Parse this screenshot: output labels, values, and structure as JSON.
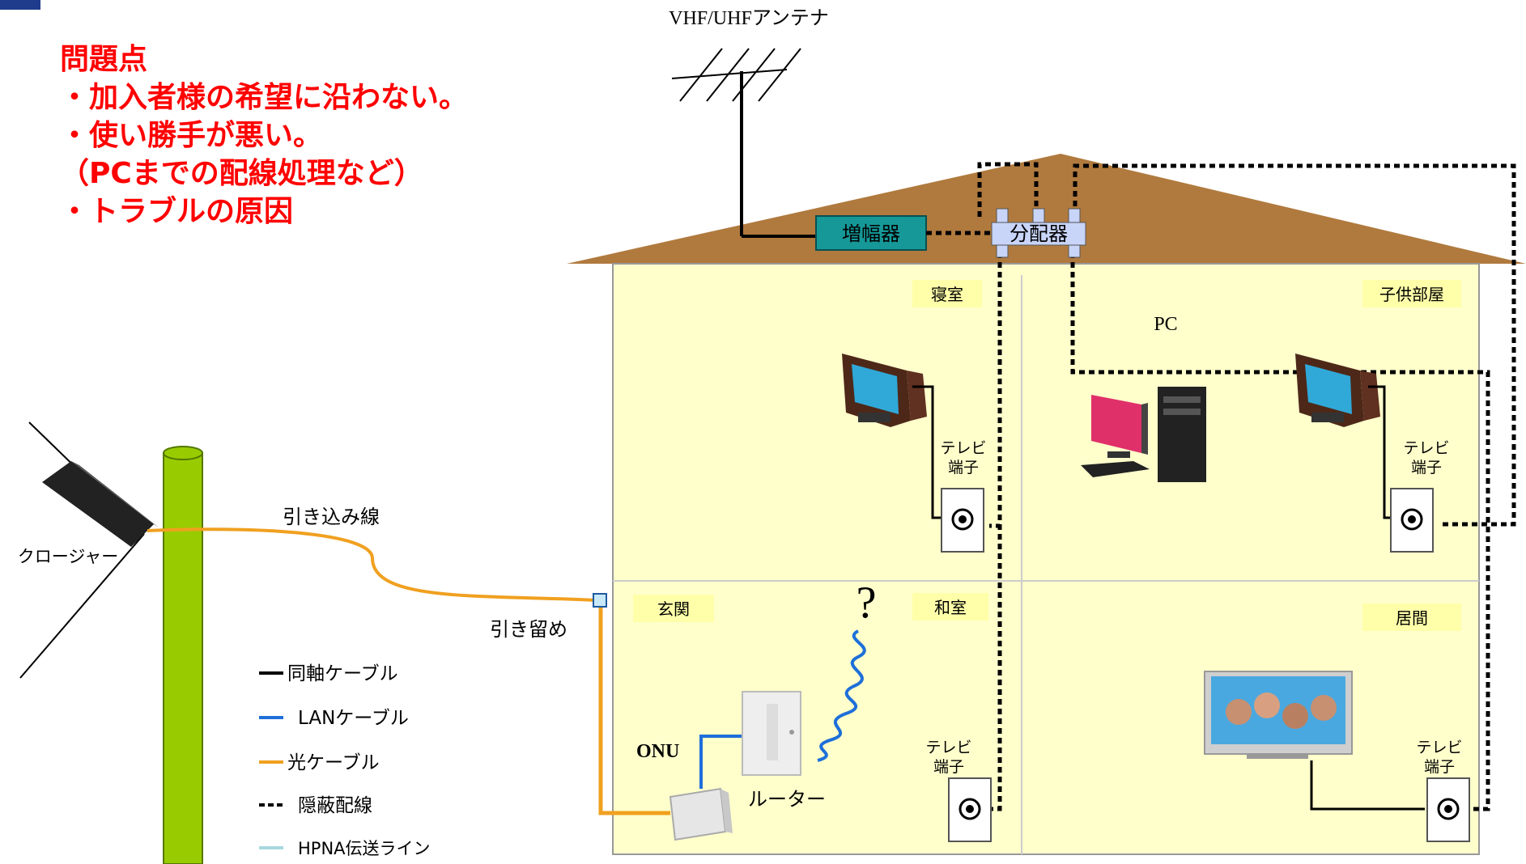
{
  "issues": {
    "heading": "問題点",
    "items": [
      "・加入者様の希望に沿わない。",
      "・使い勝手が悪い。",
      "（PCまでの配線処理など）",
      "・トラブルの原因"
    ]
  },
  "antenna_label": "VHF/UHFアンテナ",
  "amplifier_label": "増幅器",
  "splitter_label": "分配器",
  "rooms": {
    "bedroom": "寝室",
    "kids_room": "子供部屋",
    "entrance": "玄関",
    "japanese_room": "和室",
    "living_room": "居間"
  },
  "pc_label": "PC",
  "tv_terminal_line1": "テレビ",
  "tv_terminal_line2": "端子",
  "closure_label": "クロージャー",
  "drop_cable_label": "引き込み線",
  "anchor_label": "引き留め",
  "onu_label": "ONU",
  "router_label": "ルーター",
  "question_mark": "?",
  "legend": [
    {
      "label": "同軸ケーブル",
      "style": "solid",
      "color": "#000000"
    },
    {
      "label": "LANケーブル",
      "style": "solid",
      "color": "#1e6fd9"
    },
    {
      "label": "光ケーブル",
      "style": "solid",
      "color": "#f0a020"
    },
    {
      "label": "隠蔽配線",
      "style": "dashed",
      "color": "#000000"
    },
    {
      "label": "HPNA伝送ライン",
      "style": "solid",
      "color": "#a8d8e0"
    }
  ],
  "colors": {
    "roof": "#b07a3e",
    "walls": "#ffffcc",
    "amplifier": "#169898",
    "splitter": "#c8d4f8",
    "pole": "#99cc00",
    "issue_text": "#ff0000"
  }
}
